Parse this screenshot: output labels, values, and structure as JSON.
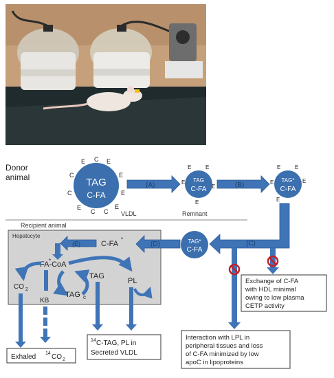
{
  "photo": {
    "colors": {
      "wall": "#c9a27a",
      "bench": "#1f2a2c",
      "dome": "#d9d4c7",
      "rat": "#efe7df",
      "tag": "#f2c21a"
    }
  },
  "diagram": {
    "donor_label_line1": "Donor",
    "donor_label_line2": "animal",
    "big_particle": {
      "line1": "TAG",
      "line2": "C-FA",
      "surface_letter_e": "E",
      "surface_letter_c": "C",
      "caption": "VLDL"
    },
    "remnant": {
      "line1": "TAG",
      "line2": "C-FA",
      "surface_letter": "E",
      "caption": "Remnant"
    },
    "tagged_remnant": {
      "line1": "TAG*",
      "line2": "C-FA",
      "surface_letter": "E"
    },
    "step_a": "(A)",
    "step_b": "(B)",
    "step_c": "(C)",
    "step_d": "(D)",
    "step_e": "(E)",
    "recipient_label": "Recipient animal",
    "hepatocyte_label": "Hepatocyte",
    "cfa_star": "C-FA",
    "cfa_star_sup": "*",
    "fa_coa": "FA-CoA",
    "fa_coa_sup": "*",
    "tag_center": "TAG",
    "tag_c": "TAG",
    "tag_c_sub": "c",
    "pl": "PL",
    "co2": "CO",
    "co2_sub": "2",
    "kb": "KB",
    "exhaled_box": {
      "prefix": "Exhaled ",
      "sup": "14",
      "suffix": "CO",
      "sub": "2"
    },
    "secreted_box": {
      "sup": "14",
      "line1": "C-TAG, PL in",
      "line2": "Secreted VLDL"
    },
    "hdl_note": [
      "Exchange of C-FA",
      "with HDL minimal",
      "owing to low plasma",
      "CETP activity"
    ],
    "lpl_note": [
      "Interaction with LPL in",
      "peripheral tissues and loss",
      "of C-FA minimized by low",
      "apoC in lipoproteins"
    ],
    "colors": {
      "particle": "#3b6fae",
      "arrow": "#3f74b7",
      "arrow_edge": "#2c5a93",
      "hepatocyte_bg": "#d3d3d3",
      "block": "#c0202a"
    }
  }
}
